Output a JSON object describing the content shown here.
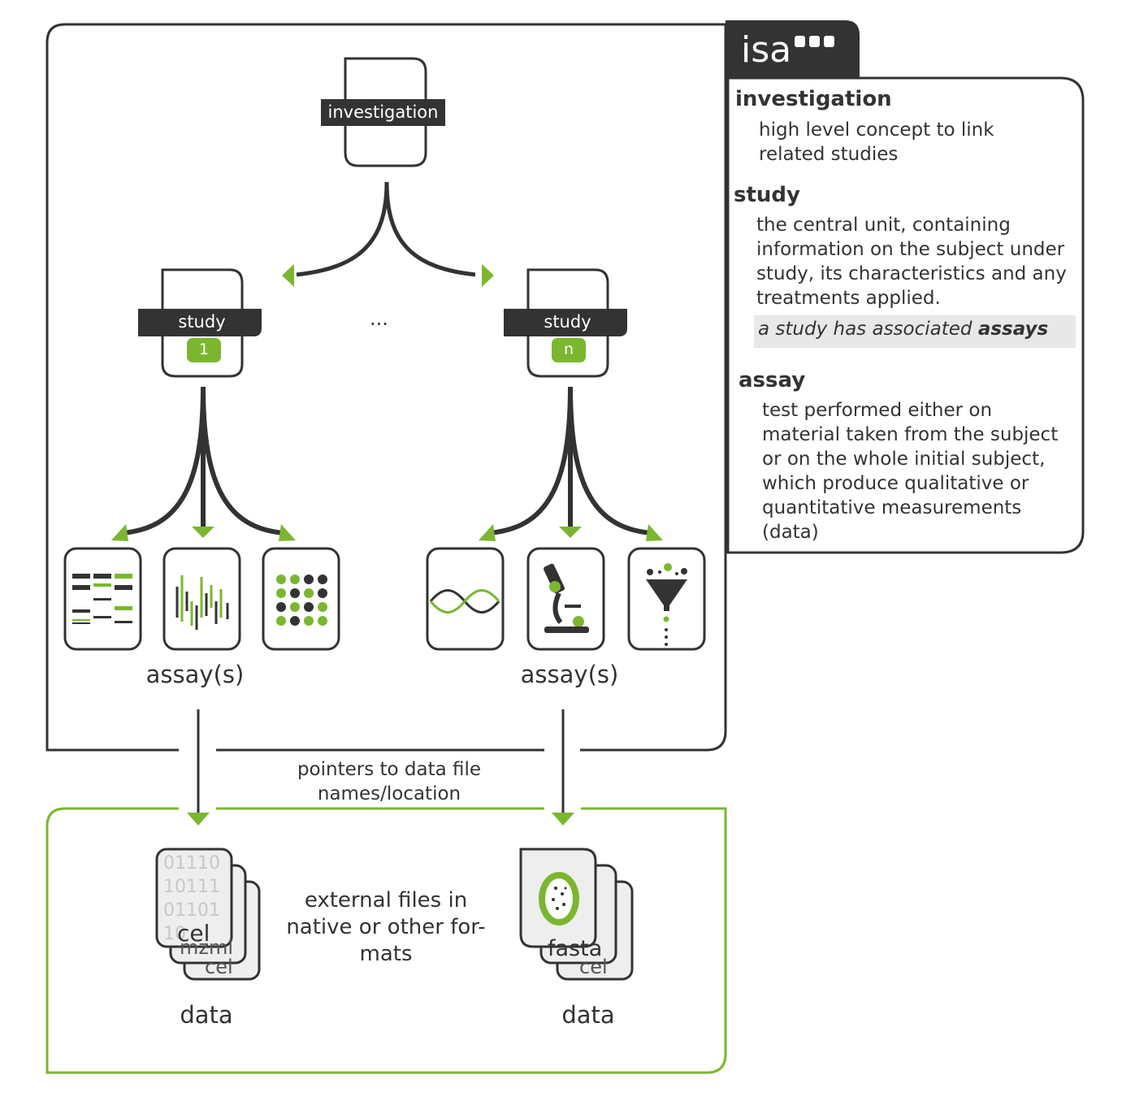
{
  "colors": {
    "dark": "#333333",
    "green": "#7ab72f",
    "light_gray": "#eeeeee",
    "white": "#ffffff"
  },
  "legend": {
    "logo": "isa",
    "investigation": {
      "title": "investigation",
      "desc": "high level concept to link related studies"
    },
    "study": {
      "title": "study",
      "desc": "the central unit, containing information on the subject under study, its characteristics and any treatments applied.",
      "note_prefix": "a study has associated ",
      "note_bold": "assays"
    },
    "assay": {
      "title": "assay",
      "desc": "test performed either on material taken from the subject or on the whole initial subject, which produce qualitative or quantitative measurements (data)"
    }
  },
  "tree": {
    "investigation_label": "investigation",
    "ellipsis": "...",
    "studies": [
      {
        "label": "study",
        "badge": "1",
        "assays_label": "assay(s)",
        "assay_icons": [
          "gel-icon",
          "spectrum-icon",
          "dot-matrix-icon"
        ]
      },
      {
        "label": "study",
        "badge": "n",
        "assays_label": "assay(s)",
        "assay_icons": [
          "wave-icon",
          "microscope-icon",
          "funnel-icon"
        ]
      }
    ]
  },
  "pointers_label": "pointers to data file names/location",
  "data": {
    "external_text": "external files in native or other for-mats",
    "groups": [
      {
        "label": "data",
        "files": [
          "cel",
          "mzml",
          "cel"
        ],
        "binary_lines": [
          "01110",
          "10111",
          "01101",
          "10"
        ]
      },
      {
        "label": "data",
        "files": [
          "fasta",
          "cel"
        ]
      }
    ]
  }
}
